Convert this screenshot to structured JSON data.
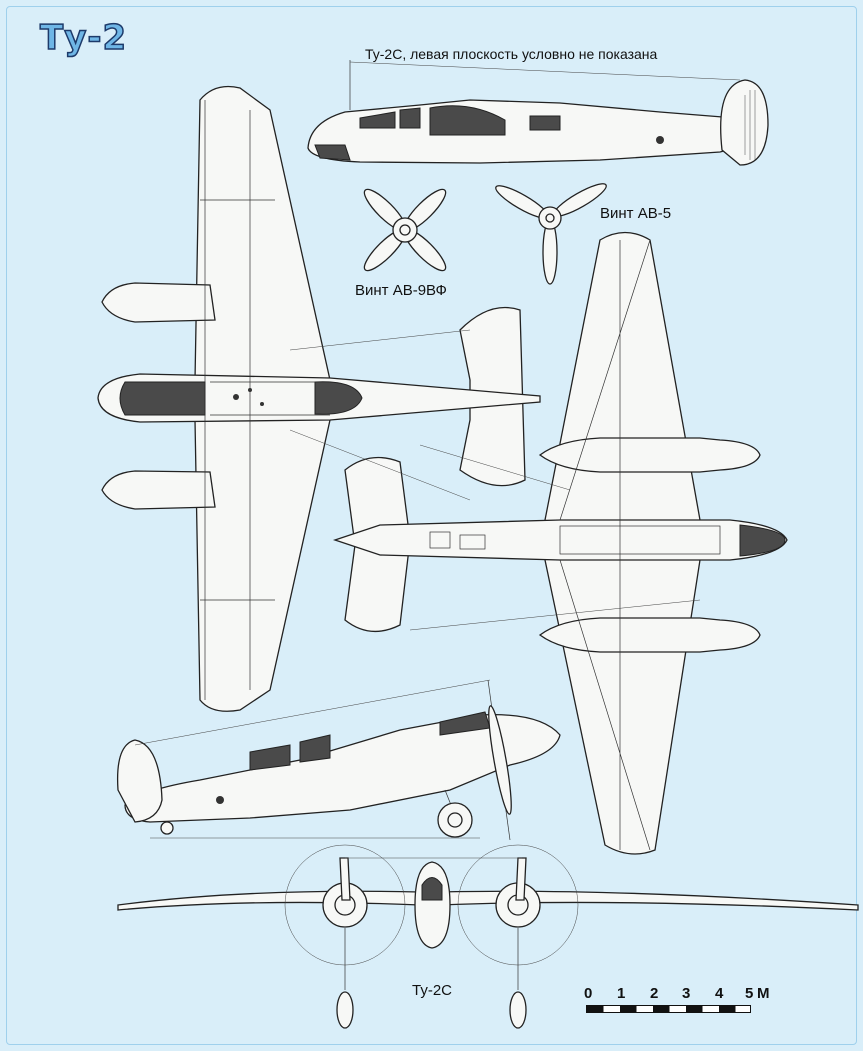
{
  "title": "Ту-2",
  "caption_top": "Ту-2С, левая плоскость условно не показана",
  "propeller_labels": {
    "av9vf": "Винт АВ-9ВФ",
    "av5": "Винт АВ-5"
  },
  "front_view_label": "Ту-2С",
  "scale": {
    "ticks": [
      "0",
      "1",
      "2",
      "3",
      "4",
      "5"
    ],
    "unit": "М"
  },
  "colors": {
    "background": "#d9eef9",
    "title_fill": "#6fb6e6",
    "title_outline": "#1d3a6a"
  }
}
